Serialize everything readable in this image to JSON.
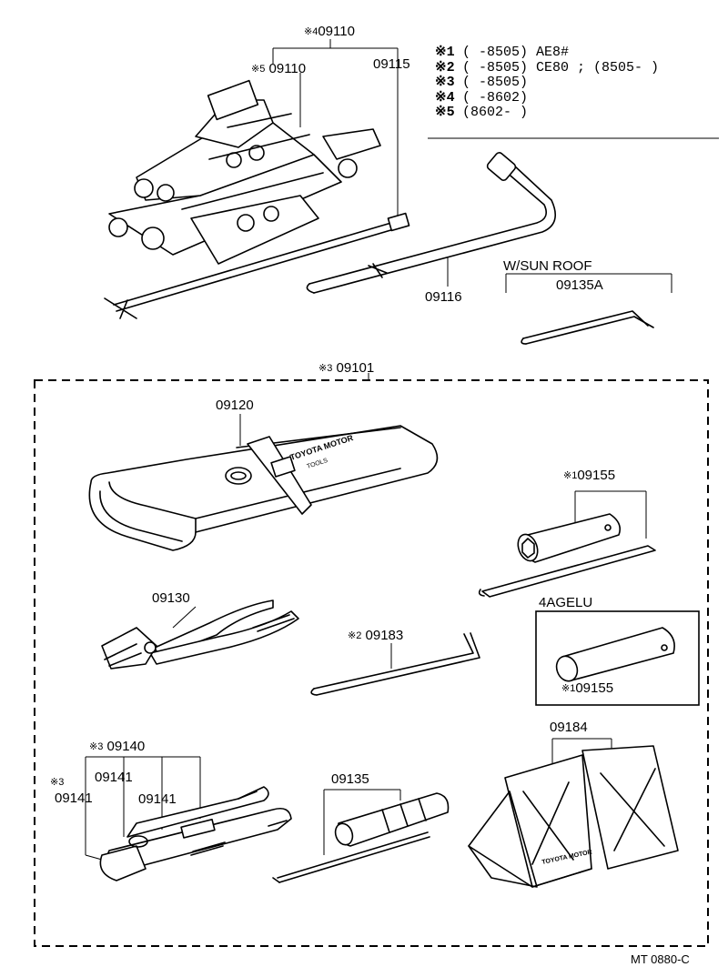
{
  "legend": [
    {
      "mark": "※1",
      "text": "(      -8505) AE8#"
    },
    {
      "mark": "※2",
      "text": "(      -8505) CE80 ; (8505-     )"
    },
    {
      "mark": "※3",
      "text": "(      -8505)"
    },
    {
      "mark": "※4",
      "text": "(      -8602)"
    },
    {
      "mark": "※5",
      "text": "(8602-      )"
    }
  ],
  "labels": {
    "jack_group_star": "※4",
    "jack_group": "09110",
    "jack_star": "※5",
    "jack": "09110",
    "handle": "09115",
    "wrench": "09116",
    "sunroof_caption": "W/SUN ROOF",
    "sunroof_part": "09135A",
    "kit_star": "※3",
    "kit": "09101",
    "bag": "09120",
    "plug_star": "※1",
    "plug_wrench": "09155",
    "pliers": "09130",
    "rod_star": "※2",
    "rod": "09183",
    "variant_caption": "4AGELU",
    "variant_star": "※1",
    "variant_part": "09155",
    "wrench_set_star": "※3",
    "wrench_set": "09140",
    "spanner_a": "09141",
    "spanner_b_star": "※3",
    "spanner_b": "09141",
    "spanner_c": "09141",
    "screwdriver": "09135",
    "chocks": "09184",
    "drawing_code": "MT 0880-C"
  },
  "imprints": {
    "bag_brand": "TOYOTA MOTOR",
    "bag_sub": "TOOLS",
    "chock_brand": "TOYOTA MOTOR"
  }
}
